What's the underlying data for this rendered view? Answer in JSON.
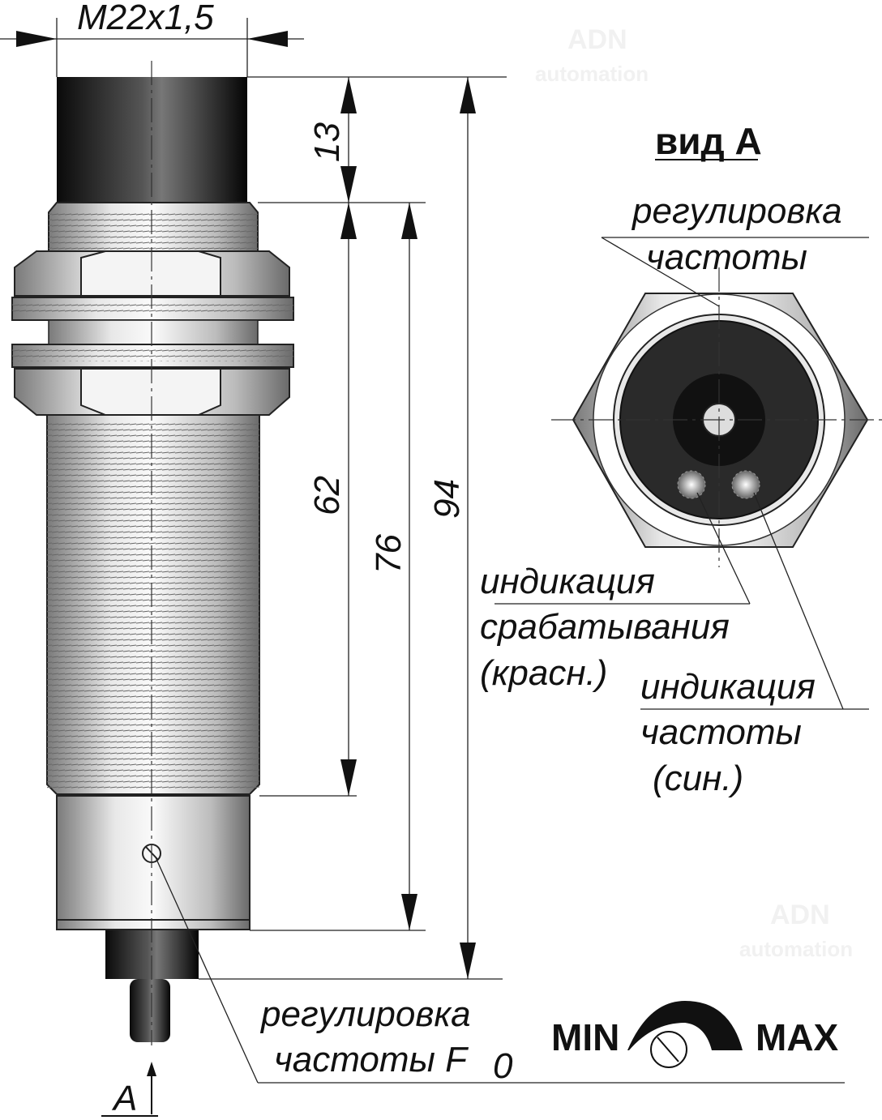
{
  "watermark": {
    "brand": "ADN",
    "sub": "automation"
  },
  "thread_label": "M22x1,5",
  "dimensions": {
    "d13": "13",
    "d62": "62",
    "d76": "76",
    "d94": "94"
  },
  "view_a": {
    "title": "вид А",
    "freq_adjust": [
      "регулировка",
      "частоты"
    ],
    "trigger_indication": [
      "индикация",
      "срабатывания",
      "(красн.)"
    ],
    "freq_indication": [
      "индикация",
      "частоты",
      "(син.)"
    ]
  },
  "bottom": {
    "f0_adjust": [
      "регулировка",
      "частоты F",
      "0"
    ],
    "min_label": "MIN",
    "max_label": "MAX",
    "view_marker": "A"
  }
}
